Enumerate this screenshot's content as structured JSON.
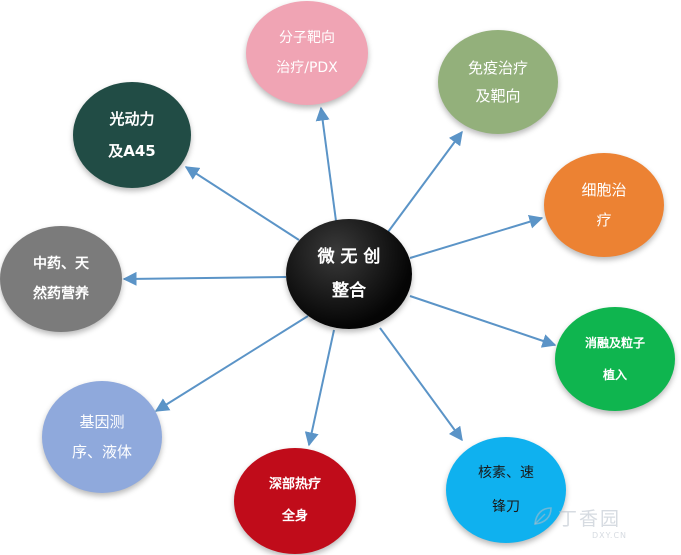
{
  "center": {
    "lines": [
      "微 无 创",
      "整合"
    ],
    "color": "#000000"
  },
  "nodes": {
    "top": {
      "lines": [
        "分子靶向",
        "治疗/PDX"
      ],
      "color": "#f0a4b4"
    },
    "tr1": {
      "lines": [
        "免疫治疗",
        "及靶向"
      ],
      "color": "#93b07b"
    },
    "tr2": {
      "lines": [
        "细胞治",
        "疗"
      ],
      "color": "#ec8233"
    },
    "r": {
      "lines": [
        "消融及粒子",
        "植入"
      ],
      "color": "#0fb54f"
    },
    "br": {
      "lines": [
        "核素、速",
        "锋刀"
      ],
      "color": "#0fb1ef"
    },
    "b": {
      "lines": [
        "深部热疗",
        "全身"
      ],
      "color": "#c00c1a"
    },
    "bl": {
      "lines": [
        "基因测",
        "序、液体"
      ],
      "color": "#8fa9dc"
    },
    "l": {
      "lines": [
        "中药、天",
        "然药营养"
      ],
      "color": "#7b7b7b"
    },
    "tl": {
      "lines": [
        "光动力",
        "及A45"
      ],
      "color": "#214c45"
    }
  },
  "link_color": "#5b94c7",
  "watermark": {
    "text": "丁香园",
    "sub": "DXY.CN"
  }
}
